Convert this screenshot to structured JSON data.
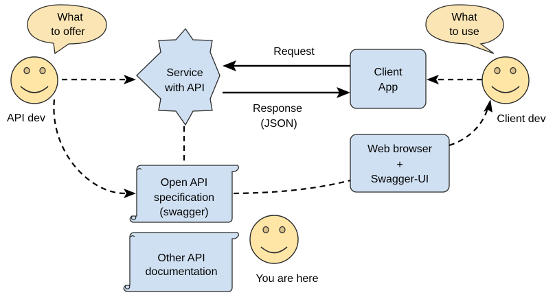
{
  "bubbles": {
    "left": [
      "What",
      "to offer"
    ],
    "right": [
      "What",
      "to use"
    ]
  },
  "actors": {
    "api_dev": "API dev",
    "client_dev": "Client dev",
    "you_are_here": "You are here"
  },
  "nodes": {
    "service": [
      "Service",
      "with API"
    ],
    "client_app": [
      "Client",
      "App"
    ],
    "web_browser": [
      "Web browser",
      "+",
      "Swagger-UI"
    ],
    "openapi_spec": [
      "Open API",
      "specification",
      "(swagger)"
    ],
    "other_docs": [
      "Other API",
      "documentation"
    ]
  },
  "edges": {
    "request": "Request",
    "response": [
      "Response",
      "(JSON)"
    ]
  },
  "colors": {
    "face_fill": "#ffe6a7",
    "bubble_fill": "#fbe5b4",
    "box_fill": "#cfe0f2",
    "stroke": "#2b2b2b"
  }
}
